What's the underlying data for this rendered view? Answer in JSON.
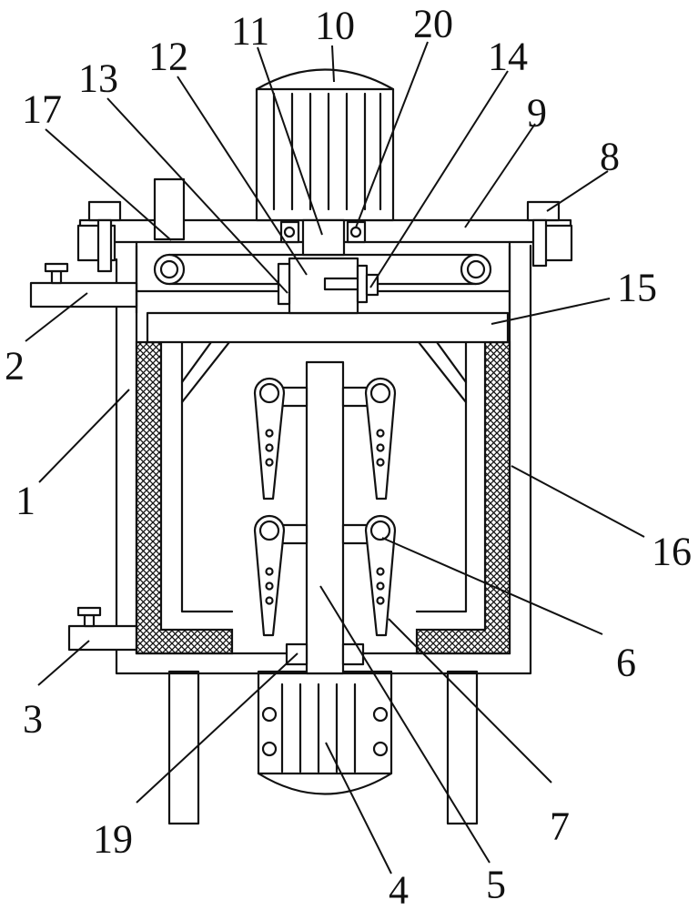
{
  "labels": [
    {
      "id": "1",
      "text": "1"
    },
    {
      "id": "2",
      "text": "2"
    },
    {
      "id": "3",
      "text": "3"
    },
    {
      "id": "4",
      "text": "4"
    },
    {
      "id": "5",
      "text": "5"
    },
    {
      "id": "6",
      "text": "6"
    },
    {
      "id": "7",
      "text": "7"
    },
    {
      "id": "8",
      "text": "8"
    },
    {
      "id": "9",
      "text": "9"
    },
    {
      "id": "10",
      "text": "10"
    },
    {
      "id": "11",
      "text": "11"
    },
    {
      "id": "12",
      "text": "12"
    },
    {
      "id": "13",
      "text": "13"
    },
    {
      "id": "14",
      "text": "14"
    },
    {
      "id": "15",
      "text": "15"
    },
    {
      "id": "16",
      "text": "16"
    },
    {
      "id": "17",
      "text": "17"
    },
    {
      "id": "19",
      "text": "19"
    },
    {
      "id": "20",
      "text": "20"
    }
  ]
}
